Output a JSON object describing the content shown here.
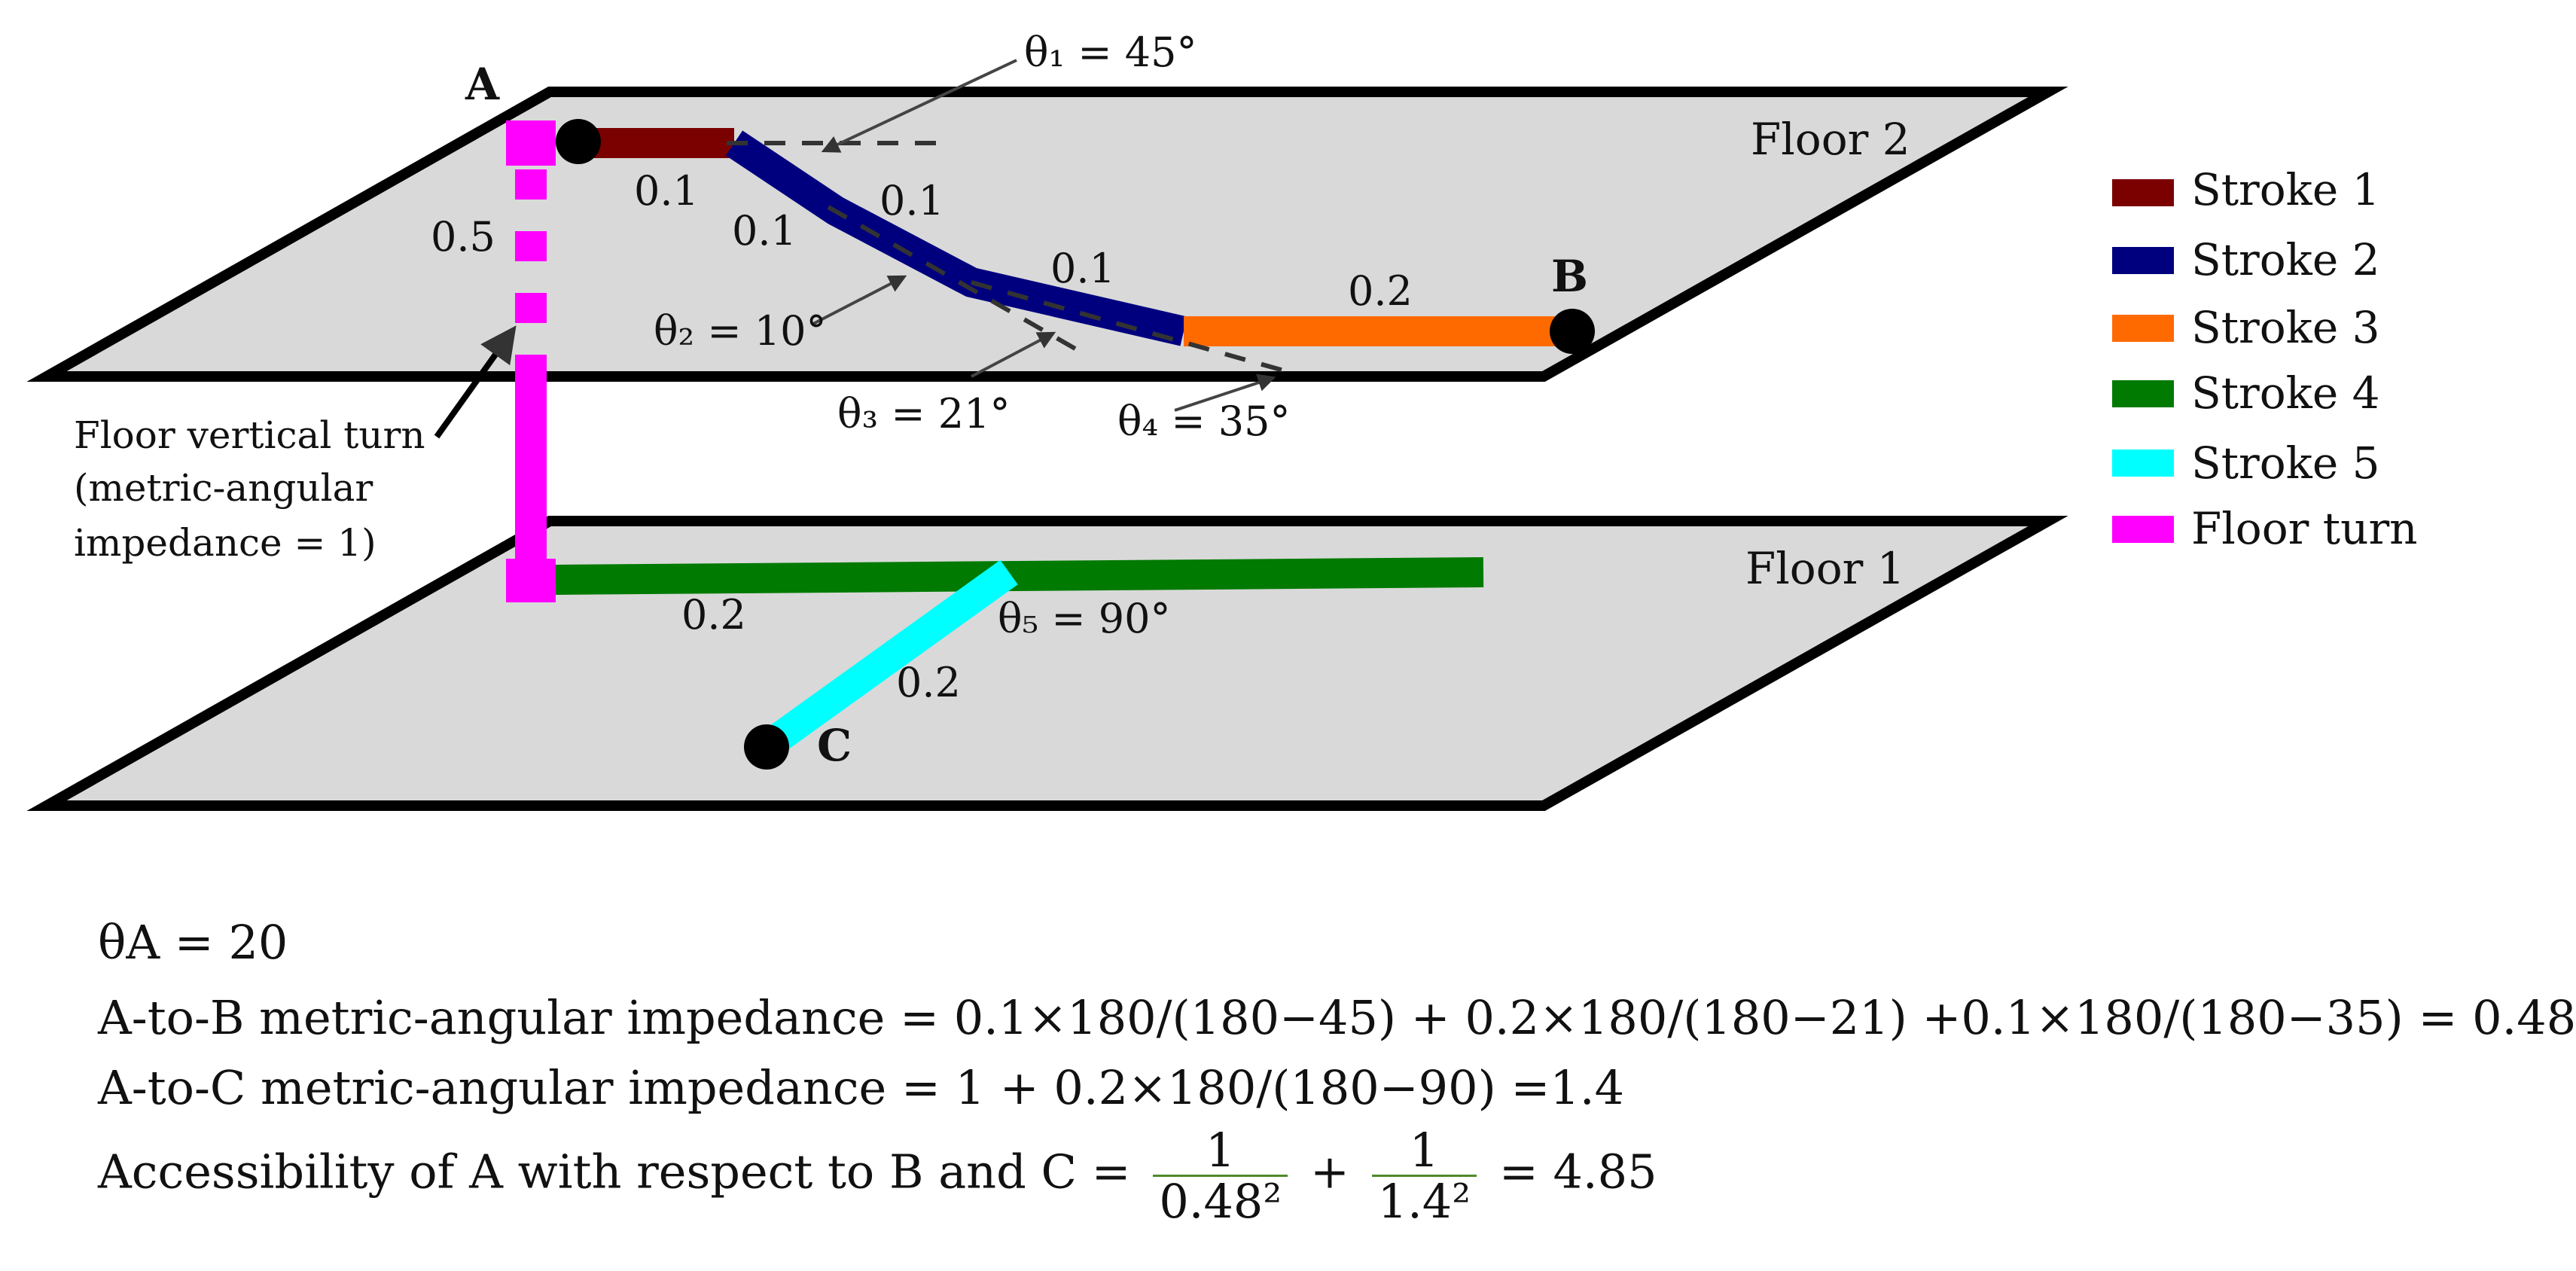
{
  "colors": {
    "floor_fill": "#d9d9d9",
    "floor_outline": "#000000",
    "stroke1": "#7b0000",
    "stroke2": "#00007f",
    "stroke3": "#ff6a00",
    "stroke4": "#007a00",
    "stroke5": "#00ffff",
    "floor_turn": "#ff00ff",
    "arrow": "#333333",
    "fraction_bar": "#4e8a2b"
  },
  "floors": {
    "floor2": "Floor 2",
    "floor1": "Floor 1"
  },
  "points": {
    "a": "A",
    "b": "B",
    "c": "C"
  },
  "segments": {
    "s1": "0.1",
    "s2a": "0.1",
    "s2b": "0.1",
    "s2c": "0.1",
    "s3": "0.2",
    "turn": "0.5",
    "s4": "0.2",
    "s5": "0.2"
  },
  "angles": {
    "t1": "θ₁ = 45°",
    "t2": "θ₂ = 10°",
    "t3": "θ₃ = 21°",
    "t4": "θ₄ = 35°",
    "t5": "θ₅ = 90°"
  },
  "note": {
    "line1": "Floor vertical turn",
    "line2": "(metric-angular",
    "line3": "impedance = 1)"
  },
  "legend": [
    {
      "label": "Stroke 1",
      "color": "#7b0000"
    },
    {
      "label": "Stroke 2",
      "color": "#00007f"
    },
    {
      "label": "Stroke 3",
      "color": "#ff6a00"
    },
    {
      "label": "Stroke 4",
      "color": "#007a00"
    },
    {
      "label": "Stroke 5",
      "color": "#00ffff"
    },
    {
      "label": "Floor turn",
      "color": "#ff00ff"
    }
  ],
  "formulas": {
    "theta_a": "θA = 20",
    "ab": "A-to-B metric-angular impedance = 0.1×180/(180−45) + 0.2×180/(180−21) +0.1×180/(180−35) = 0.48",
    "ac": "A-to-C metric-angular impedance = 1 + 0.2×180/(180−90) =1.4",
    "access_prefix": "Accessibility of A with respect to B and C =",
    "frac1_num": "1",
    "frac1_den": "0.48²",
    "plus": "+",
    "frac2_num": "1",
    "frac2_den": "1.4²",
    "access_result": "= 4.85"
  }
}
